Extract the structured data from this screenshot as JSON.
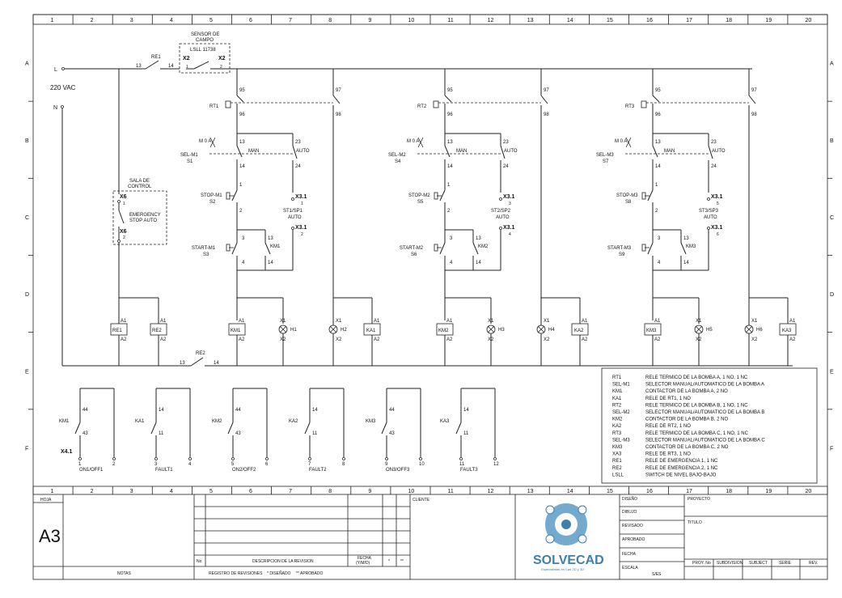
{
  "border": {
    "cols": [
      "1",
      "2",
      "3",
      "4",
      "5",
      "6",
      "7",
      "8",
      "9",
      "10",
      "11",
      "12",
      "13",
      "14",
      "15",
      "16",
      "17",
      "18",
      "19",
      "20"
    ],
    "rows": [
      "A",
      "B",
      "C",
      "D",
      "E",
      "F"
    ]
  },
  "supply": {
    "line_l": "L",
    "line_n": "N",
    "voltage": "220 VAC"
  },
  "field_sensor": {
    "title1": "SENSOR DE",
    "title2": "CAMPO",
    "tag": "LSLL 11738",
    "term_left": "X2",
    "term_right": "X2",
    "pin1": "1",
    "pin2": "2"
  },
  "re1": {
    "tag": "RE1",
    "pin_a": "13",
    "pin_b": "14"
  },
  "re2": {
    "tag": "RE2",
    "pin_a": "13",
    "pin_b": "14"
  },
  "control_room": {
    "title1": "SALA DE",
    "title2": "CONTROL",
    "term_top": "X6",
    "pin_top": "1",
    "label1": "EMERGENCY",
    "label2": "STOP AUTO",
    "term_bot": "X6",
    "pin_bot": "2"
  },
  "branches": [
    {
      "rt": "RT1",
      "sel": "SEL-M1",
      "sel_s": "S1",
      "stop": "STOP-M1",
      "stop_s": "S2",
      "start": "START-M1",
      "start_s": "S3",
      "km": "KM1",
      "ka": "KA1",
      "stsp": "ST1/SP1",
      "pin_a": "1",
      "pin_b": "2",
      "h_run": "H1",
      "h_fault": "H2"
    },
    {
      "rt": "RT2",
      "sel": "SEL-M2",
      "sel_s": "S4",
      "stop": "STOP-M2",
      "stop_s": "S5",
      "start": "START-M2",
      "start_s": "S6",
      "km": "KM2",
      "ka": "KA2",
      "stsp": "ST2/SP2",
      "pin_a": "3",
      "pin_b": "4",
      "h_run": "H3",
      "h_fault": "H4"
    },
    {
      "rt": "RT3",
      "sel": "SEL-M3",
      "sel_s": "S7",
      "stop": "STOP-M3",
      "stop_s": "S8",
      "start": "START-M3",
      "start_s": "S9",
      "km": "KM3",
      "ka": "KA3",
      "stsp": "ST3/SP3",
      "pin_a": "5",
      "pin_b": "6",
      "h_run": "H5",
      "h_fault": "H6"
    }
  ],
  "branch_common": {
    "n95": "95",
    "n96": "96",
    "n97": "97",
    "n98": "98",
    "n13": "13",
    "n14": "14",
    "n23": "23",
    "n24": "24",
    "n1": "1",
    "n2": "2",
    "n3": "3",
    "n4": "4",
    "man": "MAN",
    "auto": "AUTO",
    "m0a": "M 0 A",
    "x31": "X3.1",
    "a1": "A1",
    "a2": "A2",
    "x1": "X1",
    "x2": "X2"
  },
  "coils_re": [
    {
      "tag": "RE1"
    },
    {
      "tag": "RE2"
    }
  ],
  "outputs": [
    {
      "tag": "KM1",
      "top": "44",
      "bot": "43",
      "p1": "1",
      "p2": "2",
      "label": "ON1/OFF1"
    },
    {
      "tag": "KA1",
      "top": "14",
      "bot": "11",
      "p1": "3",
      "p2": "4",
      "label": "FAULT1"
    },
    {
      "tag": "KM2",
      "top": "44",
      "bot": "43",
      "p1": "5",
      "p2": "6",
      "label": "ON2/OFF2"
    },
    {
      "tag": "KA2",
      "top": "14",
      "bot": "11",
      "p1": "7",
      "p2": "8",
      "label": "FAULT2"
    },
    {
      "tag": "KM3",
      "top": "44",
      "bot": "43",
      "p1": "9",
      "p2": "10",
      "label": "ON3/OFF3"
    },
    {
      "tag": "KA3",
      "top": "14",
      "bot": "11",
      "p1": "11",
      "p2": "12",
      "label": "FAULT3"
    }
  ],
  "output_terminal": "X4.1",
  "legend": [
    {
      "tag": "RT1",
      "desc": "RELE TERMICO DE LA BOMBA A, 1 NO, 1 NC"
    },
    {
      "tag": "SEL-M1",
      "desc": "SELECTOR MANUAL/AUTOMATICO DE LA BOMBA A"
    },
    {
      "tag": "KM1",
      "desc": "CONTACTOR DE LA BOMBA A, 2 NO"
    },
    {
      "tag": "KA1",
      "desc": "RELE DE RT1, 1 NO"
    },
    {
      "tag": "RT2",
      "desc": "RELE TERMICO DE LA BOMBA B, 1 NO, 1 NC"
    },
    {
      "tag": "SEL-M2",
      "desc": "SELECTOR MANUAL/AUTOMATICO DE LA BOMBA B"
    },
    {
      "tag": "KM2",
      "desc": "CONTACTOR DE LA BOMBA B, 2 NO"
    },
    {
      "tag": "KA2",
      "desc": "RELE DE RT2, 1 NO"
    },
    {
      "tag": "RT3",
      "desc": "RELE TERMICO DE LA BOMBA C, 1 NO, 1 NC"
    },
    {
      "tag": "SEL-M3",
      "desc": "SELECTOR MANUAL/AUTOMATICO DE LA BOMBA C"
    },
    {
      "tag": "KM3",
      "desc": "CONTACTOR DE LA BOMBA C, 2 NO"
    },
    {
      "tag": "XA3",
      "desc": "RELE DE RT3, 1 NO"
    },
    {
      "tag": "RE1",
      "desc": "RELE DE EMERGENCIA 1, 1 NC"
    },
    {
      "tag": "RE2",
      "desc": "RELE DE EMERGENCIA 2, 1 NC"
    },
    {
      "tag": "LSLL",
      "desc": "SWITCH DE NIVEL BAJO-BAJO"
    }
  ],
  "title_block": {
    "hoja": "HOJA",
    "size": "A3",
    "notas": "NOTAS",
    "no": "No",
    "desc_rev": "DESCRIPCION DE LA REVISION",
    "fecha1": "FECHA",
    "fecha2": "(Y/M/D)",
    "star1": "*",
    "star2": "**",
    "registro": "REGISTRO DE REVISIONES",
    "disenado": "* DISEÑADO",
    "aprobado": "** APROBADO",
    "cliente": "CLIENTE",
    "brand": "SOLVECAD",
    "brand_sub": "Especialistas en Cad 2D y 3D",
    "diseno": "DISEÑO",
    "dibujo": "DIBUJO",
    "revisado": "REVISADO",
    "aprobado2": "APROBADO",
    "fecha": "FECHA",
    "escala": "ESCALA",
    "scale_val": "S/ES",
    "proyecto": "PROYECTO",
    "titulo": "TITULO",
    "proy_no": "PROY. No",
    "subdivision": "SUBDIVISION",
    "subject": "SUBJECT",
    "serie": "SERIE",
    "rev": "REV."
  },
  "colors": {
    "logo": "#5a9bc4",
    "logo_dark": "#3f7fa8",
    "ink": "#222222"
  }
}
